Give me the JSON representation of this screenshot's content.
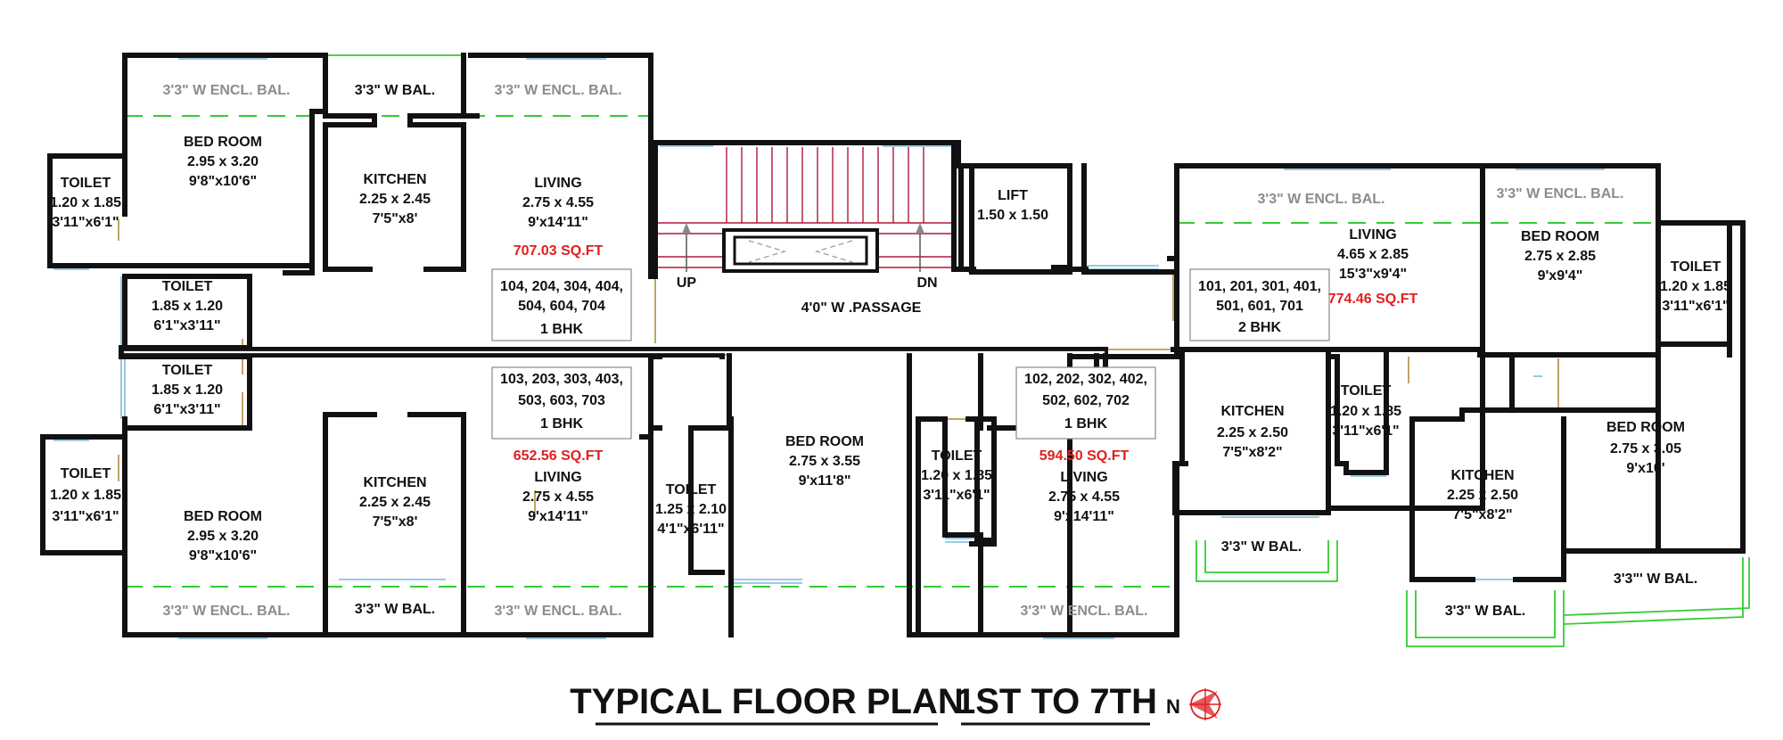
{
  "title": {
    "left": "TYPICAL FLOOR PLAN",
    "right": "1ST TO 7TH",
    "north": "N"
  },
  "common": {
    "lift": [
      "LIFT",
      "1.50 x 1.50"
    ],
    "passage": "4'0\" W .PASSAGE",
    "up": "UP",
    "dn": "DN"
  },
  "flat_tags": {
    "nw": [
      "104, 204, 304, 404,",
      "504, 604, 704",
      "1 BHK"
    ],
    "sw": [
      "103, 203, 303, 403,",
      "503, 603, 703",
      "1 BHK"
    ],
    "sc": [
      "102, 202, 302, 402,",
      "502, 602, 702",
      "1 BHK"
    ],
    "ne": [
      "101, 201, 301, 401,",
      "501, 601, 701",
      "2 BHK"
    ]
  },
  "areas": {
    "nw": "707.03 SQ.FT",
    "sw": "652.56 SQ.FT",
    "sc": "594.50 SQ.FT",
    "ne": "774.46 SQ.FT"
  },
  "rooms": {
    "nw_toilet": [
      "TOILET",
      "1.20 x 1.85",
      "3'11\"x6'1\""
    ],
    "nw_bed": [
      "BED ROOM",
      "2.95 x 3.20",
      "9'8\"x10'6\""
    ],
    "nw_kitchen": [
      "KITCHEN",
      "2.25 x 2.45",
      "7'5\"x8'"
    ],
    "nw_living": [
      "LIVING",
      "2.75 x 4.55",
      "9'x14'11\""
    ],
    "nw_toilet2": [
      "TOILET",
      "1.85 x 1.20",
      "6'1\"x3'11\""
    ],
    "sw_toilet2": [
      "TOILET",
      "1.85 x 1.20",
      "6'1\"x3'11\""
    ],
    "sw_toilet": [
      "TOILET",
      "1.20 x 1.85",
      "3'11\"x6'1\""
    ],
    "sw_bed": [
      "BED ROOM",
      "2.95 x 3.20",
      "9'8\"x10'6\""
    ],
    "sw_kitchen": [
      "KITCHEN",
      "2.25 x 2.45",
      "7'5\"x8'"
    ],
    "sw_living": [
      "LIVING",
      "2.75 x 4.55",
      "9'x14'11\""
    ],
    "sc_toilet_a": [
      "TOILET",
      "1.25 x 2.10",
      "4'1\"x6'11\""
    ],
    "sc_bed": [
      "BED ROOM",
      "2.75 x 3.55",
      "9'x11'8\""
    ],
    "sc_toilet_b": [
      "TOILET",
      "1.20 x 1.85",
      "3'11\"x6'1\""
    ],
    "sc_living": [
      "LIVING",
      "2.75 x 4.55",
      "9'x14'11\""
    ],
    "ne_living": [
      "LIVING",
      "4.65 x 2.85",
      "15'3\"x9'4\""
    ],
    "ne_bed1": [
      "BED ROOM",
      "2.75 x 2.85",
      "9'x9'4\""
    ],
    "ne_toilet1": [
      "TOILET",
      "1.20 x 1.85",
      "3'11\"x6'1\""
    ],
    "ne_kitchen": [
      "KITCHEN",
      "2.25 x 2.50",
      "7'5\"x8'2\""
    ],
    "ne_toilet2": [
      "TOILET",
      "1.20 x 1.85",
      "3'11\"x6'1\""
    ],
    "ne_kitchen2": [
      "KITCHEN",
      "2.25 x 2.50",
      "7'5\"x8'2\""
    ],
    "ne_bed2": [
      "BED ROOM",
      "2.75 x 3.05",
      "9'x10'"
    ]
  },
  "balconies": {
    "encl": "3'3\" W ENCL. BAL.",
    "open": "3'3\" W BAL.",
    "open2": "3'3\"' W BAL."
  },
  "colors": {
    "wall": "#111111",
    "window": "#7fb9d6",
    "balcony": "#33cc33",
    "door": "#b99a55",
    "stair": "#b01838",
    "area": "#e02020",
    "muted": "#8c8c8c"
  }
}
